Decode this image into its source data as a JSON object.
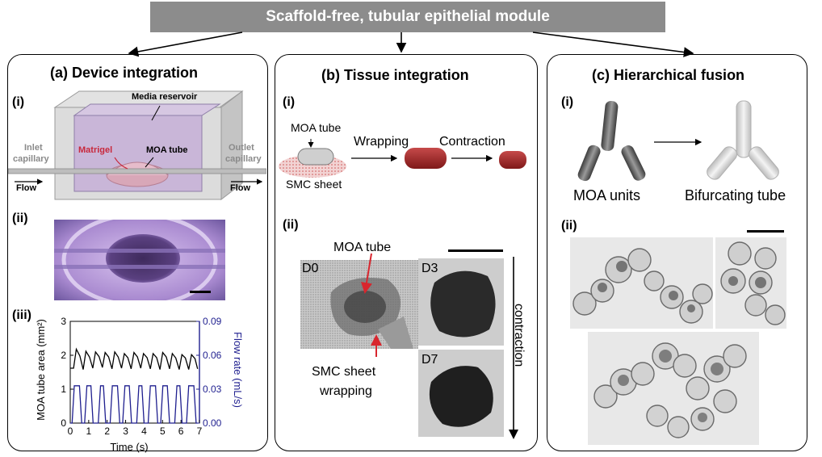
{
  "banner": {
    "title": "Scaffold-free, tubular epithelial module"
  },
  "panel_a": {
    "title": "(a) Device integration",
    "sub_i": "(i)",
    "sub_ii": "(ii)",
    "sub_iii": "(iii)",
    "media_reservoir": "Media reservoir",
    "inlet_line1": "Inlet",
    "inlet_line2": "capillary",
    "outlet_line1": "Outlet",
    "outlet_line2": "capillary",
    "flow_left": "Flow",
    "flow_right": "Flow",
    "matrigel": "Matrigel",
    "moa_tube": "MOA tube"
  },
  "panel_b": {
    "title": "(b) Tissue integration",
    "sub_i": "(i)",
    "sub_ii": "(ii)",
    "moa_tube": "MOA tube",
    "smc_sheet": "SMC sheet",
    "wrapping": "Wrapping",
    "contraction": "Contraction",
    "d0": "D0",
    "d3": "D3",
    "d7": "D7",
    "moa_tube_2": "MOA tube",
    "smc_wrap_line1": "SMC sheet",
    "smc_wrap_line2": "wrapping",
    "contraction_vertical": "contraction"
  },
  "panel_c": {
    "title": "(c) Hierarchical fusion",
    "sub_i": "(i)",
    "sub_ii": "(ii)",
    "moa_units": "MOA units",
    "bifurcating_tube": "Bifurcating tube"
  },
  "colors": {
    "banner_bg": "#8c8c8c",
    "tube_red": "#a32a2a",
    "area_series": "#000000",
    "flow_series": "#1f1f8f",
    "matrigel_red": "#c8283c"
  },
  "chart_data": {
    "type": "line",
    "xlabel": "Time (s)",
    "ylabel": "MOA tube area (mm²)",
    "y2label": "Flow rate (mL/s)",
    "xlim": [
      0,
      7
    ],
    "ylim": [
      0,
      3
    ],
    "y2lim": [
      0,
      0.09
    ],
    "xticks": [
      "0",
      "1",
      "2",
      "3",
      "4",
      "5",
      "6",
      "7"
    ],
    "yticks": [
      "0",
      "1",
      "2",
      "3"
    ],
    "y2ticks": [
      "0.00",
      "0.03",
      "0.06",
      "0.09"
    ],
    "grid": false,
    "series": [
      {
        "axis": "left",
        "x": [
          0.0,
          0.18,
          0.33,
          0.52,
          0.7,
          0.85,
          1.04,
          1.22,
          1.37,
          1.56,
          1.74,
          1.89,
          2.08,
          2.26,
          2.41,
          2.6,
          2.78,
          2.93,
          3.12,
          3.3,
          3.45,
          3.64,
          3.82,
          3.97,
          4.16,
          4.34,
          4.49,
          4.68,
          4.86,
          5.01,
          5.2,
          5.38,
          5.53,
          5.72,
          5.9,
          6.05,
          6.24,
          6.42,
          6.57,
          6.76,
          6.9
        ],
        "y": [
          1.62,
          1.62,
          2.18,
          1.98,
          1.58,
          2.12,
          1.95,
          1.62,
          2.1,
          1.96,
          1.64,
          2.08,
          1.95,
          1.6,
          2.1,
          1.95,
          1.62,
          2.05,
          1.93,
          1.6,
          2.08,
          1.95,
          1.62,
          2.05,
          1.93,
          1.6,
          2.05,
          1.93,
          1.58,
          2.08,
          1.95,
          1.6,
          2.05,
          1.92,
          1.58,
          2.02,
          1.92,
          1.58,
          2.02,
          1.9,
          1.6
        ]
      },
      {
        "axis": "right",
        "x": [
          0.0,
          0.1,
          0.22,
          0.5,
          0.62,
          0.78,
          0.9,
          1.12,
          1.24,
          1.52,
          1.64,
          1.8,
          1.92,
          2.16,
          2.28,
          2.56,
          2.68,
          2.84,
          2.96,
          3.2,
          3.32,
          3.6,
          3.72,
          3.88,
          4.0,
          4.22,
          4.34,
          4.62,
          4.74,
          4.9,
          5.02,
          5.26,
          5.38,
          5.66,
          5.78,
          5.94,
          6.06,
          6.3,
          6.42,
          6.7,
          6.82,
          6.9
        ],
        "y": [
          0.0,
          0.0,
          0.033,
          0.033,
          0.0,
          0.0,
          0.033,
          0.033,
          0.0,
          0.0,
          0.033,
          0.033,
          0.0,
          0.0,
          0.033,
          0.033,
          0.0,
          0.0,
          0.033,
          0.033,
          0.0,
          0.0,
          0.033,
          0.033,
          0.0,
          0.0,
          0.033,
          0.033,
          0.0,
          0.0,
          0.033,
          0.033,
          0.0,
          0.0,
          0.033,
          0.033,
          0.0,
          0.0,
          0.033,
          0.033,
          0.0,
          0.0
        ]
      }
    ]
  }
}
